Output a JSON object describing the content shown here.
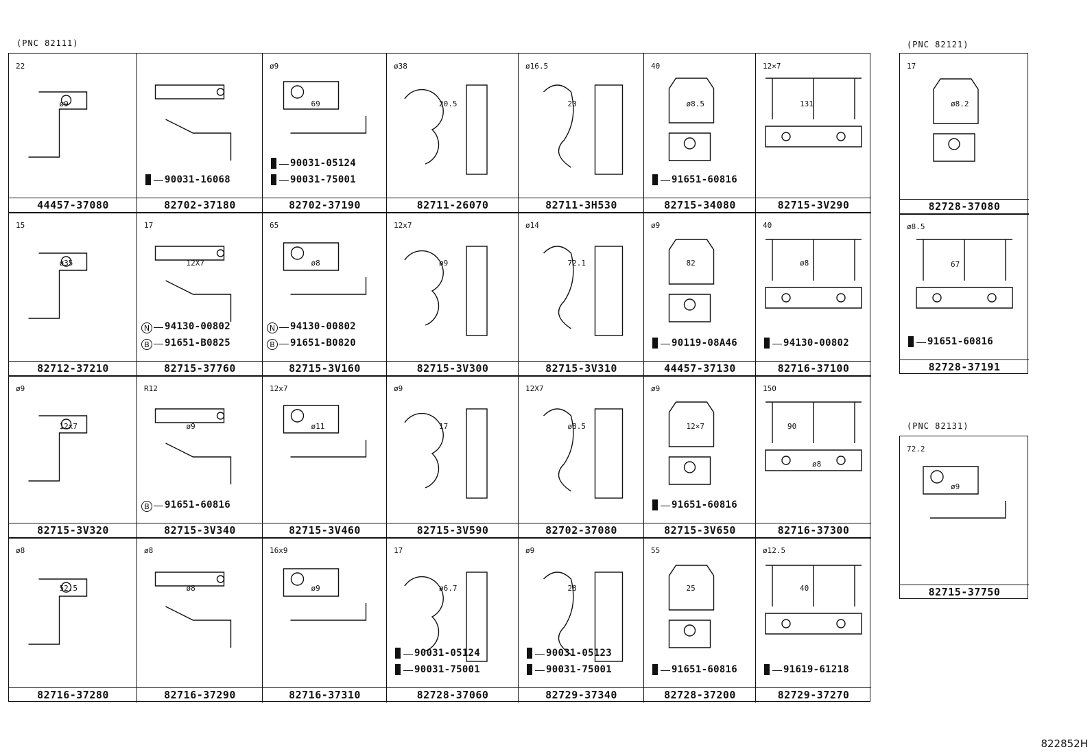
{
  "pnc_labels": [
    "(PNC  82111)",
    "(PNC  82121)",
    "(PNC  82131)"
  ],
  "main_grid": [
    [
      {
        "pn": "44457-37080",
        "dims": [
          "22",
          "ø9"
        ],
        "subs": []
      },
      {
        "pn": "82702-37180",
        "dims": [],
        "subs": [
          "90031-16068"
        ]
      },
      {
        "pn": "82702-37190",
        "dims": [
          "ø9",
          "69"
        ],
        "subs": [
          "90031-05124",
          "90031-75001"
        ]
      },
      {
        "pn": "82711-26070",
        "dims": [
          "ø38",
          "20.5"
        ],
        "subs": []
      },
      {
        "pn": "82711-3H530",
        "dims": [
          "ø16.5",
          "20"
        ],
        "subs": []
      },
      {
        "pn": "82715-34080",
        "dims": [
          "40",
          "ø8.5"
        ],
        "subs": [
          "91651-60816"
        ]
      },
      {
        "pn": "82715-3V290",
        "dims": [
          "12×7",
          "131"
        ],
        "subs": []
      }
    ],
    [
      {
        "pn": "82712-37210",
        "dims": [
          "15",
          "ø35"
        ],
        "subs": []
      },
      {
        "pn": "82715-37760",
        "dims": [
          "17",
          "12X7"
        ],
        "subs": [
          "94130-00802",
          "91651-B0825"
        ],
        "marks": [
          "N",
          "B"
        ]
      },
      {
        "pn": "82715-3V160",
        "dims": [
          "65",
          "ø8"
        ],
        "subs": [
          "94130-00802",
          "91651-B0820"
        ],
        "marks": [
          "N",
          "B"
        ]
      },
      {
        "pn": "82715-3V300",
        "dims": [
          "12x7",
          "ø9"
        ],
        "subs": []
      },
      {
        "pn": "82715-3V310",
        "dims": [
          "ø14",
          "72.1"
        ],
        "subs": []
      },
      {
        "pn": "44457-37130",
        "dims": [
          "ø9",
          "82"
        ],
        "subs": [
          "90119-08A46"
        ]
      },
      {
        "pn": "82716-37100",
        "dims": [
          "40",
          "ø8"
        ],
        "subs": [
          "94130-00802"
        ]
      }
    ],
    [
      {
        "pn": "82715-3V320",
        "dims": [
          "ø9",
          "12x7"
        ],
        "subs": []
      },
      {
        "pn": "82715-3V340",
        "dims": [
          "R12",
          "ø9"
        ],
        "subs": [
          "91651-60816"
        ],
        "marks": [
          "B"
        ]
      },
      {
        "pn": "82715-3V460",
        "dims": [
          "12x7",
          "ø11"
        ],
        "subs": []
      },
      {
        "pn": "82715-3V590",
        "dims": [
          "ø9",
          "17"
        ],
        "subs": []
      },
      {
        "pn": "82702-37080",
        "dims": [
          "12X7",
          "ø8.5"
        ],
        "subs": []
      },
      {
        "pn": "82715-3V650",
        "dims": [
          "ø9",
          "12×7"
        ],
        "subs": [
          "91651-60816"
        ]
      },
      {
        "pn": "82716-37300",
        "dims": [
          "150",
          "90",
          "ø8"
        ],
        "subs": []
      }
    ],
    [
      {
        "pn": "82716-37280",
        "dims": [
          "ø8",
          "52.5"
        ],
        "subs": []
      },
      {
        "pn": "82716-37290",
        "dims": [
          "ø8",
          "ø8"
        ],
        "subs": []
      },
      {
        "pn": "82716-37310",
        "dims": [
          "16x9",
          "ø9"
        ],
        "subs": []
      },
      {
        "pn": "82728-37060",
        "dims": [
          "17",
          "ø6.7"
        ],
        "subs": [
          "90031-05124",
          "90031-75001"
        ]
      },
      {
        "pn": "82729-37340",
        "dims": [
          "ø9",
          "28"
        ],
        "subs": [
          "90031-05123",
          "90031-75001"
        ]
      },
      {
        "pn": "82728-37200",
        "dims": [
          "55",
          "25"
        ],
        "subs": [
          "91651-60816"
        ]
      },
      {
        "pn": "82729-37270",
        "dims": [
          "ø12.5",
          "40"
        ],
        "subs": [
          "91619-61218"
        ]
      }
    ]
  ],
  "side_a": [
    {
      "pn": "82728-37080",
      "dims": [
        "17",
        "ø8.2"
      ],
      "subs": []
    },
    {
      "pn": "82728-37191",
      "dims": [
        "ø8.5",
        "67"
      ],
      "subs": [
        "91651-60816"
      ]
    }
  ],
  "side_b": {
    "pn": "82715-37750",
    "dims": [
      "72.2",
      "ø9"
    ],
    "subs": []
  },
  "illustration_code": "822852H"
}
